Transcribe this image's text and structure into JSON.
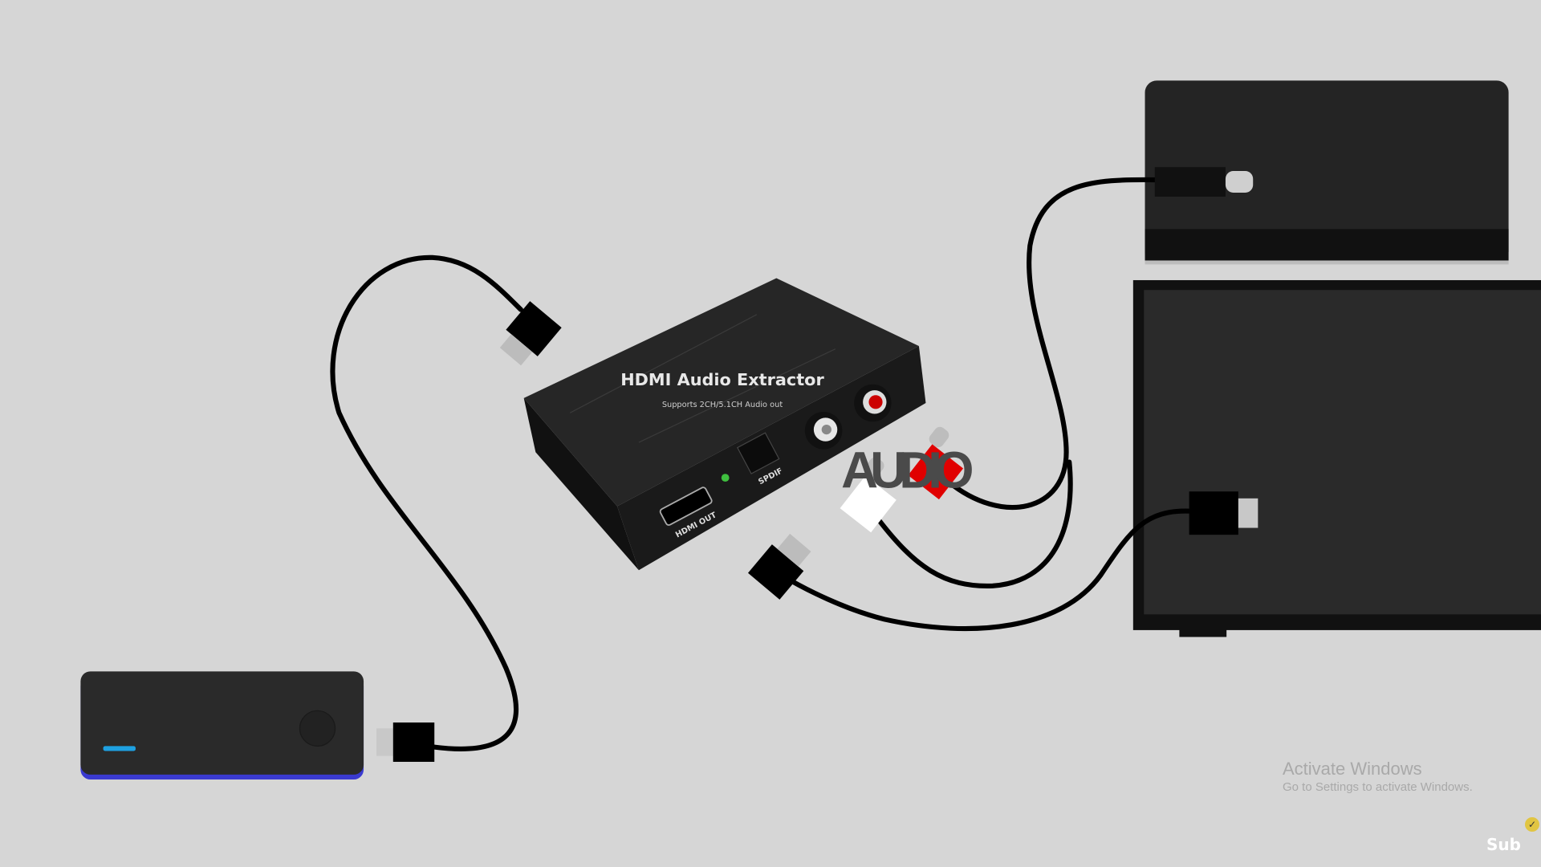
{
  "scene": {
    "device_title": "HDMI Audio Extractor",
    "device_subtitle": "Supports 2CH/5.1CH Audio out",
    "port_hdmi_out": "HDMI OUT",
    "port_spdif": "SPDIF",
    "overlay_label": "AUDIO",
    "colors": {
      "background": "#d6d6d6",
      "device": "#1e1e1e",
      "rca_red": "#e00000",
      "rca_white": "#ffffff",
      "led_blue": "#1ea0e0",
      "led_green": "#3fbf3f",
      "stripe": "#3a3ad0"
    }
  },
  "watermark": {
    "title": "Activate Windows",
    "subtitle": "Go to Settings to activate Windows."
  },
  "badge": {
    "label": "Sub",
    "icon": "check-icon"
  }
}
